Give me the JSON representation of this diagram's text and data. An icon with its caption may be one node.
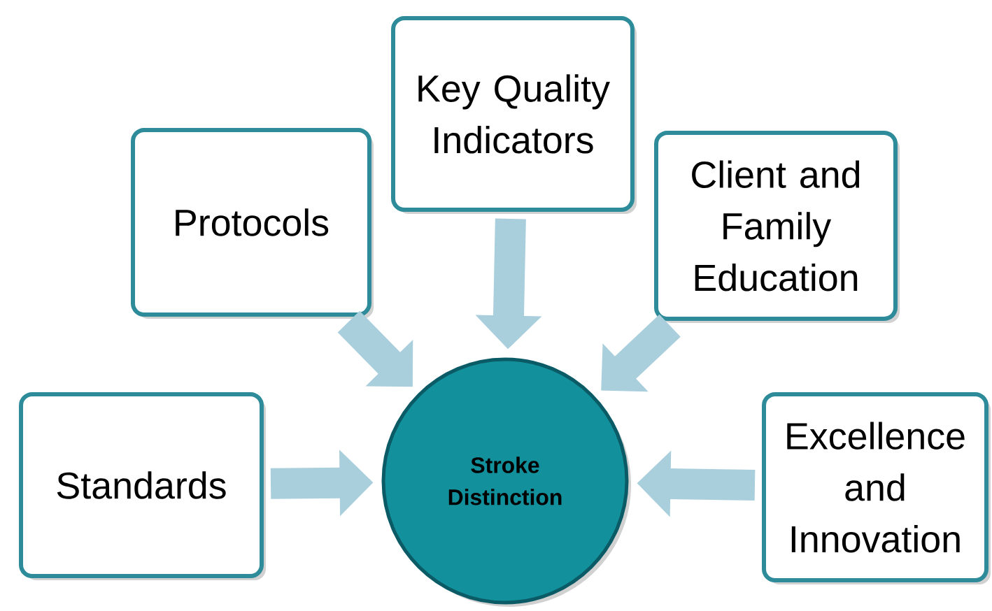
{
  "diagram": {
    "nodes": [
      {
        "text": [
          "Standards"
        ]
      },
      {
        "text": [
          "Protocols"
        ]
      },
      {
        "text": [
          "Key Quality Indicators"
        ]
      },
      {
        "text": [
          "Client and Family Education"
        ]
      },
      {
        "text": [
          "Excellence and Innovation"
        ]
      },
      {
        "text": [
          "Stroke Distinction"
        ]
      }
    ],
    "edges": [
      {
        "from": 0,
        "to": 5,
        "arrow": "to"
      },
      {
        "from": 1,
        "to": 5,
        "arrow": "to"
      },
      {
        "from": 2,
        "to": 5,
        "arrow": "to"
      },
      {
        "from": 3,
        "to": 5,
        "arrow": "to"
      },
      {
        "from": 4,
        "to": 5,
        "arrow": "to"
      }
    ]
  }
}
